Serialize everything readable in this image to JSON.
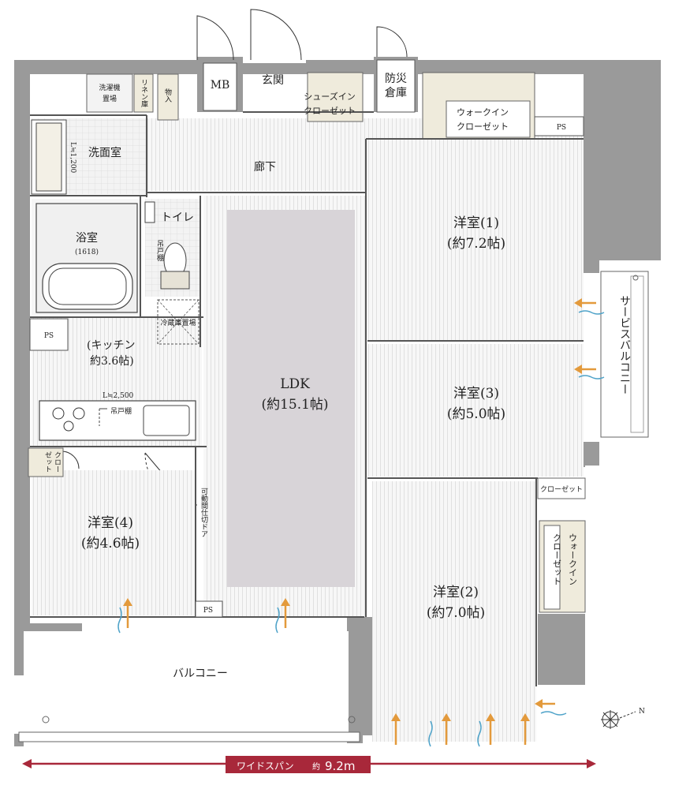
{
  "rooms": {
    "ldk": {
      "name": "LDK",
      "size": "(約15.1帖)"
    },
    "kitchen": {
      "name": "(キッチン",
      "size": "約3.6帖)"
    },
    "western1": {
      "name": "洋室(1)",
      "size": "(約7.2帖)"
    },
    "western2": {
      "name": "洋室(2)",
      "size": "(約7.0帖)"
    },
    "western3": {
      "name": "洋室(3)",
      "size": "(約5.0帖)"
    },
    "western4": {
      "name": "洋室(4)",
      "size": "(約4.6帖)"
    },
    "washroom": {
      "name": "洗面室"
    },
    "bathroom": {
      "name": "浴室",
      "size": "(1618)"
    },
    "toilet": {
      "name": "トイレ"
    },
    "hallway": {
      "name": "廊下"
    },
    "entrance": {
      "name": "玄関"
    },
    "shoe_closet": {
      "line1": "シューズイン",
      "line2": "クローゼット"
    },
    "walkin_closet_top": {
      "line1": "ウォークイン",
      "line2": "クローゼット"
    },
    "walkin_closet_right": {
      "line1": "ウォークイン",
      "line2": "クローゼット"
    },
    "closet_right": {
      "name": "クローゼット"
    },
    "closet_left": {
      "line1": "クロー",
      "line2": "ゼット"
    },
    "disaster_storage": {
      "line1": "防災",
      "line2": "倉庫"
    },
    "mb": {
      "name": "MB"
    },
    "storage": {
      "name": "物入"
    },
    "linen": {
      "name": "リネン庫"
    },
    "washer_line1": "洗濯機",
    "washer_line2": "置場",
    "fridge": "冷蔵庫置場",
    "upper_cabinet_toilet": "吊戸棚",
    "upper_cabinet_kitchen": "吊戸棚",
    "counter_length": "L≒2,500",
    "washstand_length": "L≒1,200",
    "sliding_door": "可動間仕切ドア",
    "balcony": "バルコニー",
    "service_balcony": "サービスバルコニー",
    "ps": "PS"
  },
  "wide_span": {
    "label": "ワイドスパン",
    "approx": "約",
    "value": "9.2m"
  },
  "compass": {
    "north": "N"
  },
  "colors": {
    "wall": "#9a9a9a",
    "wall_edge": "#7a7a7a",
    "floor": "#f6f6f6",
    "closet": "#efebdc",
    "furniture_area": "#d6d2d6",
    "arrow_orange": "#e39a3c",
    "arrow_blue": "#4fa3c9",
    "span_bar": "#a8283a"
  }
}
